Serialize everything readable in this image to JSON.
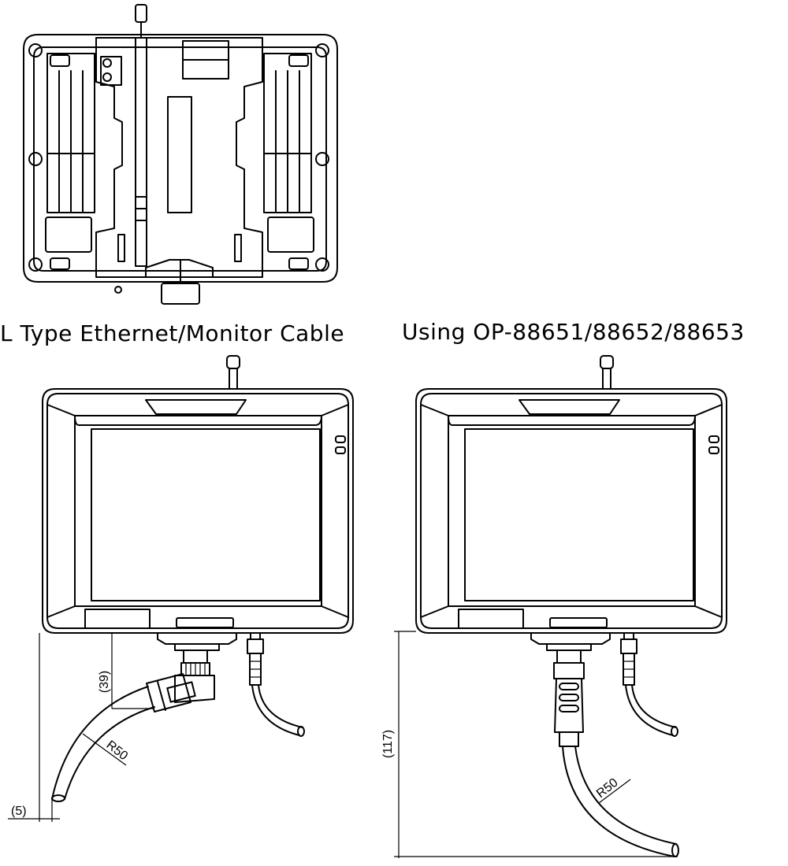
{
  "headings": {
    "left": "L Type Ethernet/Monitor Cable",
    "right": "Using OP-88651/88652/88653"
  },
  "dimensions": {
    "left_vertical": "(39)",
    "left_radius": "R50",
    "left_offset": "(5)",
    "right_vertical": "(117)",
    "right_radius": "R50"
  }
}
